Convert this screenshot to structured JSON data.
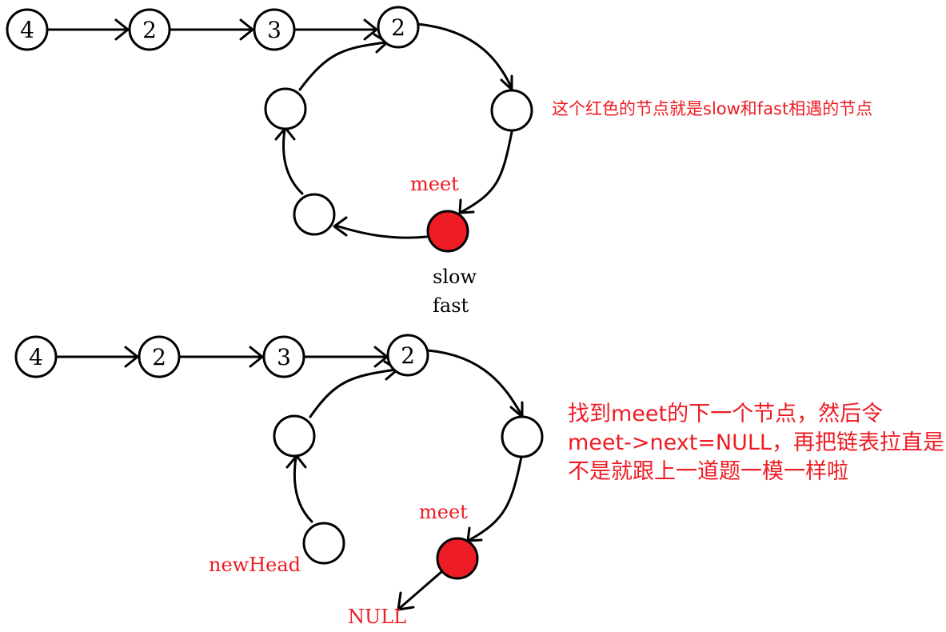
{
  "top_diagram": {
    "nodes": [
      "4",
      "2",
      "3",
      "2"
    ],
    "meet_label": "meet",
    "pointer_labels": [
      "slow",
      "fast"
    ],
    "note": "这个红色的节点就是slow和fast相遇的节点"
  },
  "bottom_diagram": {
    "nodes": [
      "4",
      "2",
      "3",
      "2"
    ],
    "meet_label": "meet",
    "new_head_label": "newHead",
    "null_label": "NULL",
    "note_lines": [
      "找到meet的下一个节点，然后令",
      "meet->next=NULL，再把链表拉直是",
      "不是就跟上一道题一模一样啦"
    ]
  },
  "colors": {
    "meet_node": "#ee1c24",
    "annotation_text": "#ee1c24"
  }
}
